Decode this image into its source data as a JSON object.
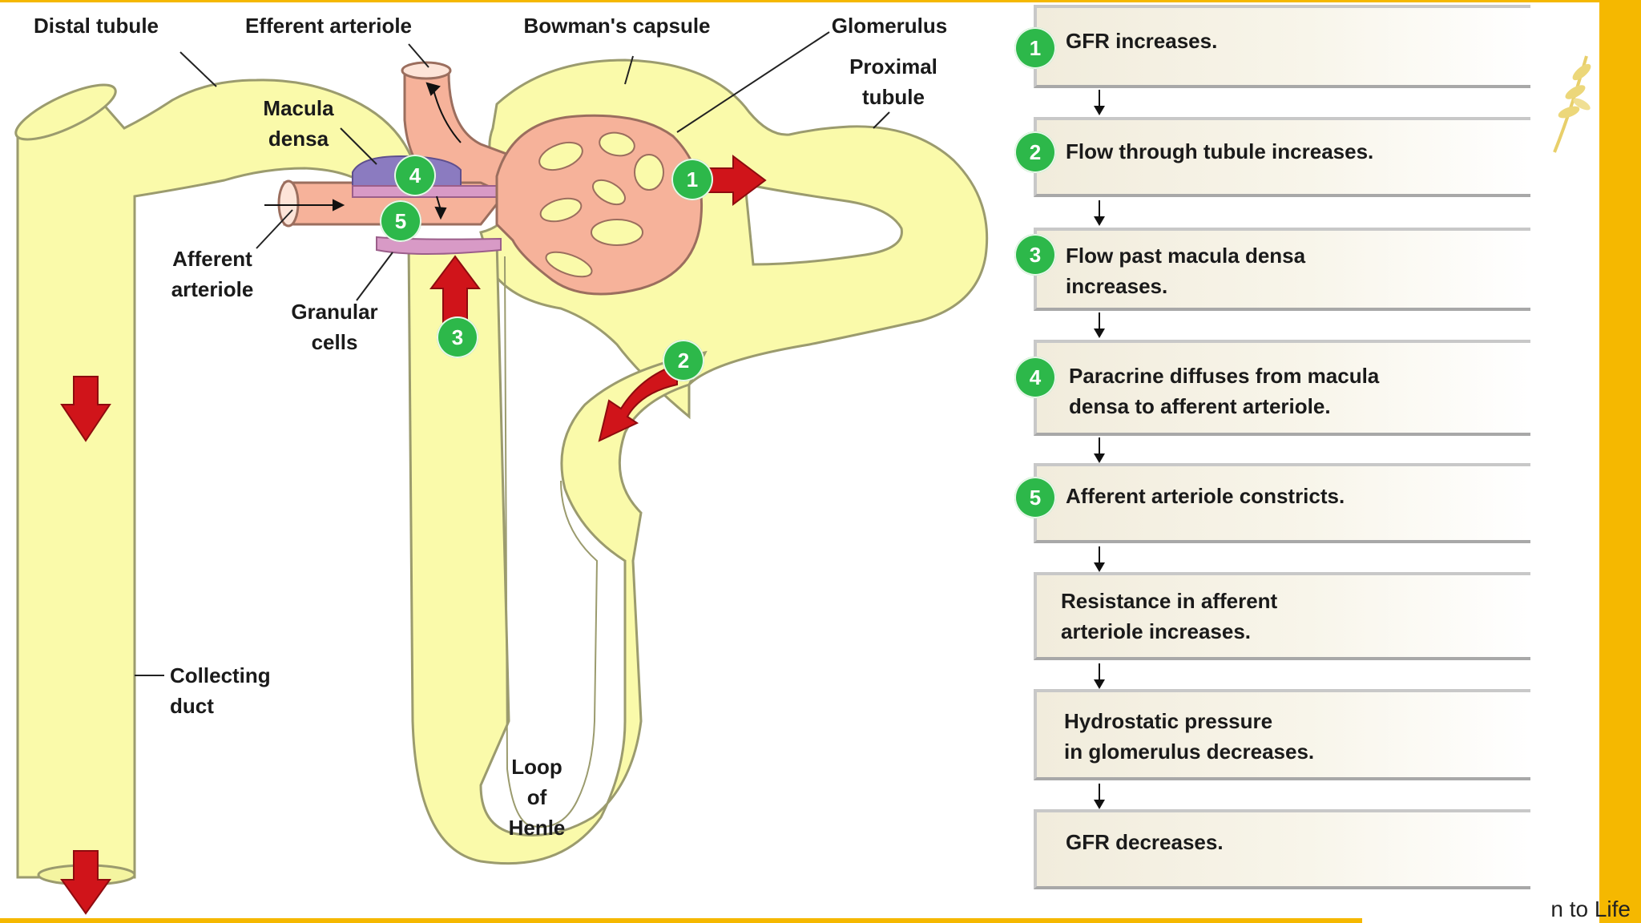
{
  "colors": {
    "tubule": "#fafaaa",
    "tubule_outline": "#9b9b6e",
    "glomerulus": "#f6b29a",
    "macula": "#8b7bc0",
    "granular": "#d89ac6",
    "arrow_red": "#d0141a",
    "badge_green": "#2db84a",
    "accent_yellow": "#f5b800"
  },
  "labels": {
    "distal_tubule": "Distal tubule",
    "efferent_arteriole": "Efferent arteriole",
    "bowmans_capsule": "Bowman's capsule",
    "glomerulus": "Glomerulus",
    "proximal_tubule": "Proximal\ntubule",
    "macula_densa": "Macula\ndensa",
    "afferent_arteriole": "Afferent\narteriole",
    "granular_cells": "Granular\ncells",
    "collecting_duct": "Collecting\nduct",
    "loop_of_henle": "Loop\nof\nHenle"
  },
  "badges": [
    "1",
    "2",
    "3",
    "4",
    "5"
  ],
  "steps": [
    {
      "number": "1",
      "text": "GFR increases."
    },
    {
      "number": "2",
      "text": "Flow through tubule increases."
    },
    {
      "number": "3",
      "text": "Flow past macula densa\nincreases."
    },
    {
      "number": "4",
      "text": "Paracrine diffuses from macula\ndensa to afferent arteriole."
    },
    {
      "number": "5",
      "text": "Afferent arteriole constricts."
    },
    {
      "number": "",
      "text": "Resistance in afferent\narteriole increases."
    },
    {
      "number": "",
      "text": "Hydrostatic pressure\nin glomerulus decreases."
    },
    {
      "number": "",
      "text": "GFR decreases."
    }
  ],
  "footer": {
    "text": "n to Life"
  }
}
